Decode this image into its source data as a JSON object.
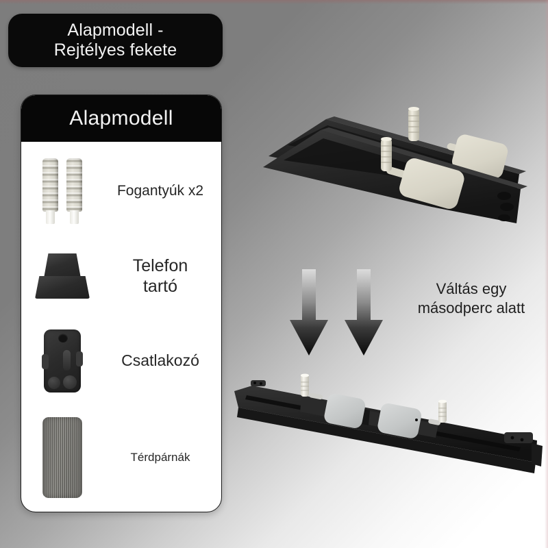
{
  "page": {
    "background_top_color": "#7d7d7d",
    "background_bottom_color": "#ffffff",
    "accent_dark": "#0a0a0a"
  },
  "title_badge": {
    "text": "Alapmodell -\nRejtélyes fekete"
  },
  "parts_card": {
    "header_title": "Alapmodell",
    "items": [
      {
        "label": "Fogantyúk x2",
        "art": "ribbed-handles-pair-icon"
      },
      {
        "label": "Telefon\ntartó",
        "art": "phone-holder-icon"
      },
      {
        "label": "Csatlakozó",
        "art": "connector-bracket-icon"
      },
      {
        "label": "Térdpárnák",
        "art": "knee-pad-icon"
      }
    ]
  },
  "product_renders": {
    "top": {
      "name": "dual-rail-assembly-expanded",
      "body_color": "#262626",
      "handle_color": "#ded9c8",
      "pad_color": "#dedbcf"
    },
    "bottom": {
      "name": "single-rail-assembly-folded",
      "body_color": "#232323",
      "handle_color": "#eceae2",
      "pad_color": "#c6c8c8"
    }
  },
  "transform_arrows": {
    "count": 2,
    "direction": "down",
    "gradient_top": "#d8d8d8",
    "gradient_bottom": "#0b0b0b"
  },
  "speed_caption": {
    "text": "Váltás egy\nmásodperc alatt"
  }
}
